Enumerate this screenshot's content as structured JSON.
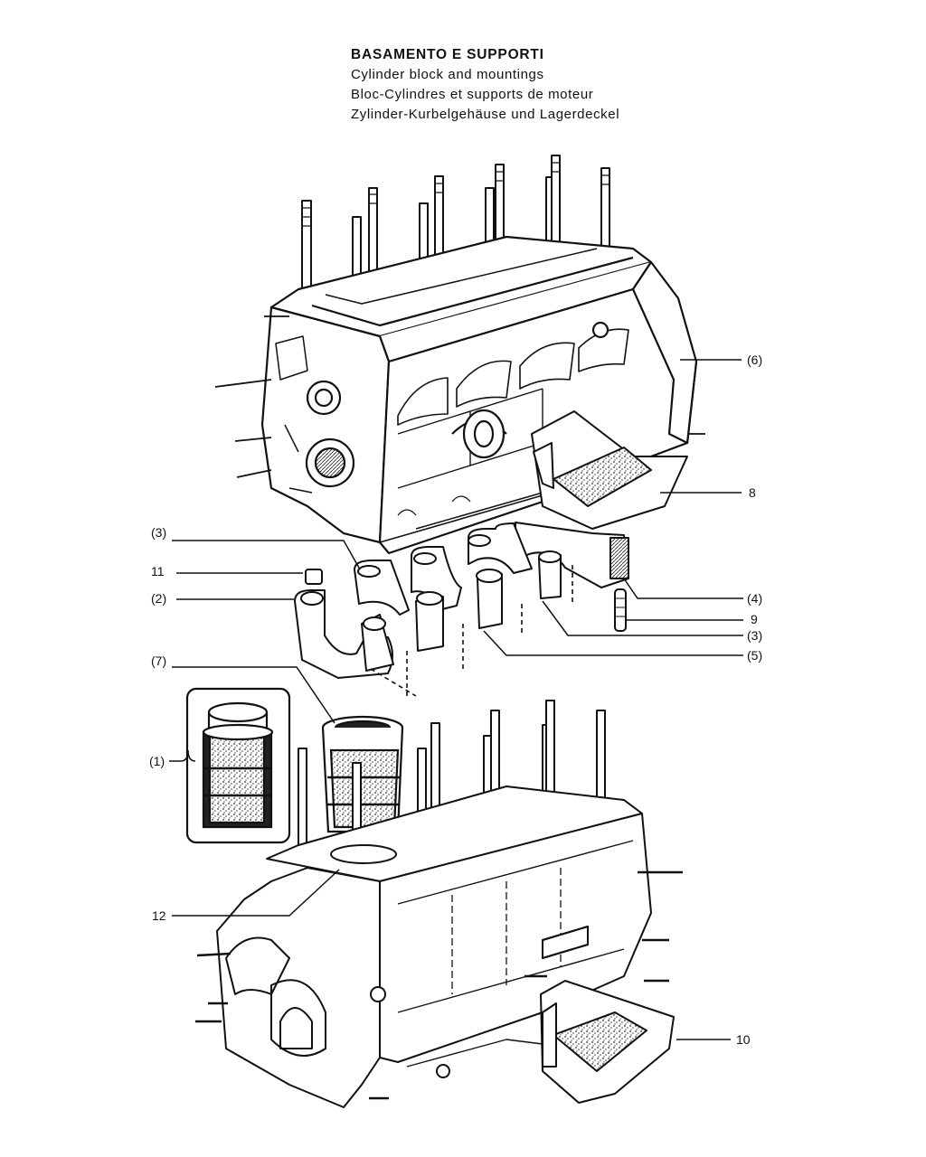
{
  "titles": {
    "main": "BASAMENTO E SUPPORTI",
    "english": "Cylinder block and mountings",
    "french": "Bloc-Cylindres et supports de moteur",
    "german": "Zylinder-Kurbelgehäuse und Lagerdeckel"
  },
  "callouts": {
    "c6": "(6)",
    "c8": "8",
    "c3a": "(3)",
    "c11": "11",
    "c2": "(2)",
    "c4": "(4)",
    "c9": "9",
    "c3b": "(3)",
    "c5": "(5)",
    "c7": "(7)",
    "c1": "(1)",
    "c12": "12",
    "c10": "10"
  },
  "colors": {
    "ink": "#111111",
    "paper": "#ffffff",
    "stipple": "#777777"
  }
}
